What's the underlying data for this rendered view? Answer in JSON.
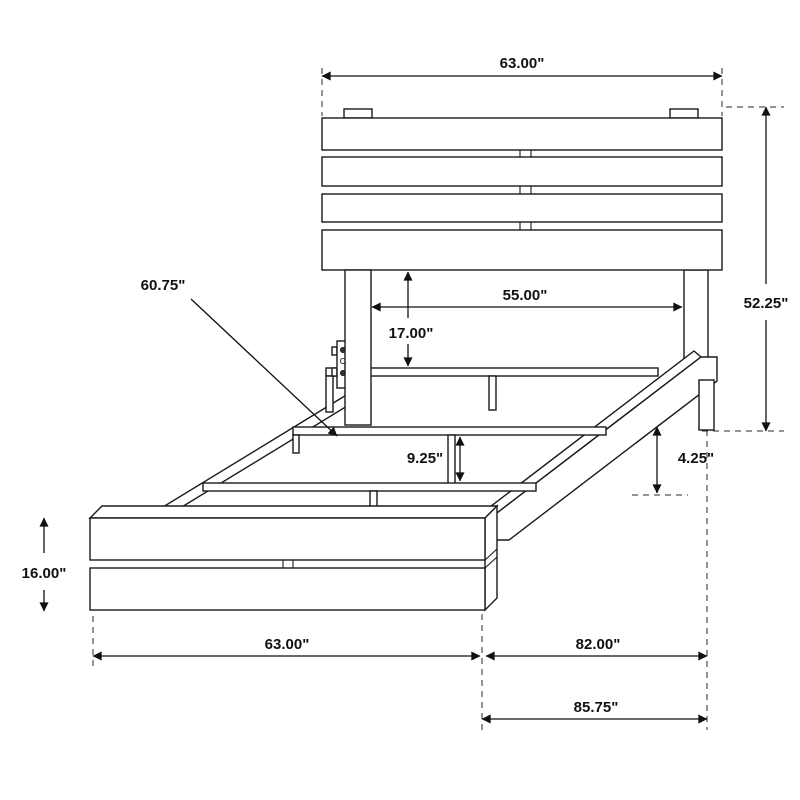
{
  "diagram": {
    "name": "bed-frame-dimension-drawing",
    "background": "#ffffff",
    "line_color": "#1a1a1a",
    "dims": {
      "headboard_width": "63.00\"",
      "headboard_height": "52.25\"",
      "inner_width": "55.00\"",
      "headboard_to_slat": "17.00\"",
      "side_rail_length": "60.75\"",
      "support_leg_height": "9.25\"",
      "rail_board_height": "4.25\"",
      "footboard_height": "16.00\"",
      "footboard_width": "63.00\"",
      "frame_length": "82.00\"",
      "overall_length": "85.75\""
    }
  }
}
